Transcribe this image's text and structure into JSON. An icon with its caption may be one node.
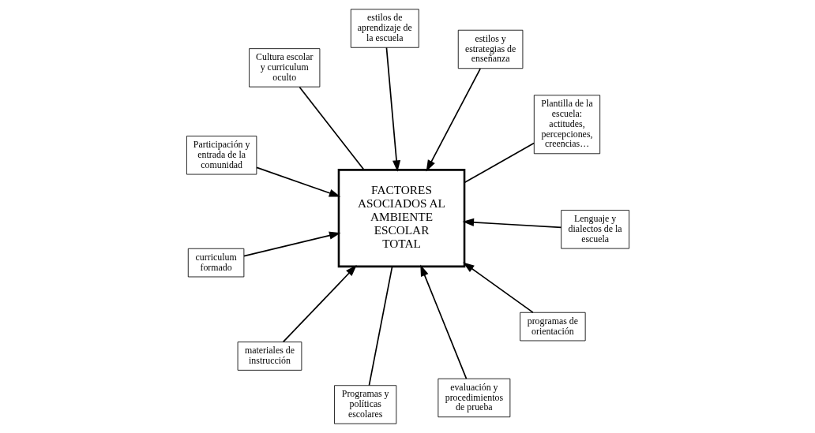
{
  "diagram": {
    "nodes": [
      {
        "text": [
          "FACTORES ASOCIADOS AL AMBIENTE ESCOLAR TOTAL"
        ]
      },
      {
        "text": [
          "Plantilla de la escuela: actitudes, percepciones, creencias…"
        ]
      },
      {
        "text": [
          "Programas y políticas escolares"
        ]
      },
      {
        "text": [
          "Cultura escolar y curriculum oculto"
        ]
      },
      {
        "text": [
          "estilos y estrategias de enseñanza"
        ]
      },
      {
        "text": [
          "estilos de aprendizaje de la escuela"
        ]
      },
      {
        "text": [
          "curriculum formado"
        ]
      },
      {
        "text": [
          "Lenguaje y dialectos de la escuela"
        ]
      },
      {
        "text": [
          "materiales de instrucción"
        ]
      },
      {
        "text": [
          "evaluación y procedimientos de prueba"
        ]
      },
      {
        "text": [
          "programas de orientación"
        ]
      },
      {
        "text": [
          "Participación y entrada de la comunidad"
        ]
      }
    ],
    "edges": [
      {
        "from": 1,
        "to": 0,
        "arrow": "none"
      },
      {
        "from": 2,
        "to": 0,
        "arrow": "none"
      },
      {
        "from": 3,
        "to": 0,
        "arrow": "none"
      },
      {
        "from": 4,
        "to": 0,
        "arrow": "to"
      },
      {
        "from": 5,
        "to": 0,
        "arrow": "to"
      },
      {
        "from": 6,
        "to": 0,
        "arrow": "to"
      },
      {
        "from": 7,
        "to": 0,
        "arrow": "to"
      },
      {
        "from": 8,
        "to": 0,
        "arrow": "to"
      },
      {
        "from": 9,
        "to": 0,
        "arrow": "to"
      },
      {
        "from": 10,
        "to": 0,
        "arrow": "to"
      },
      {
        "from": 11,
        "to": 0,
        "arrow": "to"
      }
    ]
  }
}
